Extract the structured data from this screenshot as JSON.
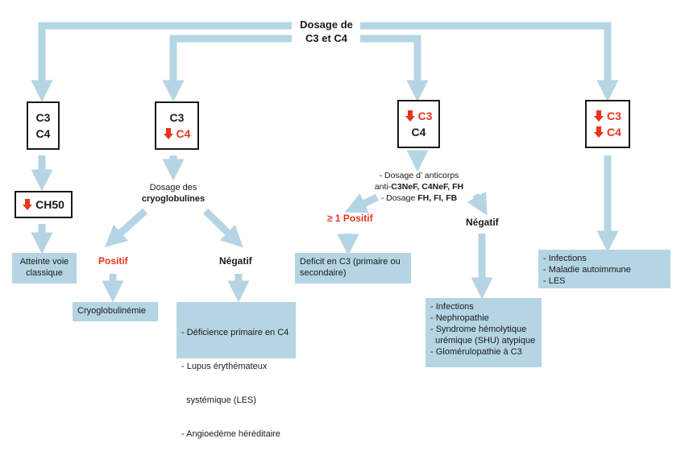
{
  "title_line1": "Dosage de",
  "title_line2": "C3 et C4",
  "col1": {
    "box_c3": "C3",
    "box_c4": "C4",
    "ch50": "CH50",
    "result": [
      "Atteinte voie",
      "classique"
    ]
  },
  "col2": {
    "box_c3": "C3",
    "box_c4": "C4",
    "dosage": "Dosage des",
    "dosage_bold": "cryoglobulines",
    "positif": "Positif",
    "negatif": "Négatif",
    "positif_result": "Cryoglobulinémie",
    "negatif_result": [
      "- Déficience primaire en C4",
      "- Lupus érythémateux",
      "  systémique (LES)",
      "- Angioedème héréditaire"
    ]
  },
  "col3": {
    "box_c3": "C3",
    "box_c4": "C4",
    "dosage_line1": "- Dosage d’ anticorps",
    "dosage_line2_pre": "anti-",
    "dosage_line2_bold": "C3NeF, C4NeF, FH",
    "dosage_line3_pre": "- Dosage ",
    "dosage_line3_bold": "FH, FI, FB",
    "positif": "≥ 1 Positif",
    "negatif": "Négatif",
    "positif_result": [
      "Deficit en C3 (primaire ou",
      "secondaire)"
    ],
    "negatif_result": [
      "- Infections",
      "- Nephropathie",
      "- Syndrome hémolytique",
      "  urémique (SHU) atypique",
      "- Glomérulopathie à C3"
    ]
  },
  "col4": {
    "box_c3": "C3",
    "box_c4": "C4",
    "result": [
      "- Infections",
      "- Maladie autoimmune",
      "- LES"
    ]
  },
  "colors": {
    "arrow": "#b5d5e4",
    "box_fill": "#b5d5e4",
    "decrease": "#e8341c",
    "border": "#1a1a1a"
  }
}
